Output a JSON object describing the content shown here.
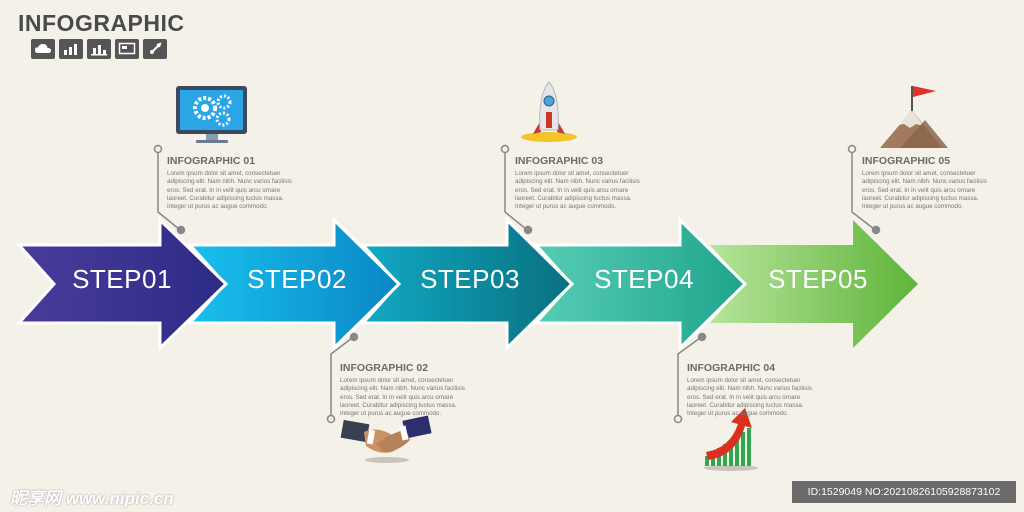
{
  "header": {
    "title": "INFOGRAPHIC",
    "icons": [
      "cloud-icon",
      "bar-chart-icon",
      "column-chart-icon",
      "presentation-icon",
      "rocket-badge-icon"
    ]
  },
  "steps": [
    {
      "label": "STEP01",
      "color": "#3b2f8f"
    },
    {
      "label": "STEP02",
      "color": "#0fa8dc"
    },
    {
      "label": "STEP03",
      "color": "#0a8fa5"
    },
    {
      "label": "STEP04",
      "color": "#3bbfa2"
    },
    {
      "label": "STEP05",
      "color": "#7cc04a"
    }
  ],
  "info": [
    {
      "title": "INFOGRAPHIC 01",
      "lines": [
        "Lorem ipsum dolor sit amet, consectetuer",
        "adipiscing elit. Nam nibh. Nunc varius facilisis",
        "eros. Sed erat. In in velit quis arcu ornare",
        "laoreet. Curabitur adipiscing luctus massa.",
        "Integer ut purus ac augue commodo."
      ],
      "icon": "monitor-gears-icon"
    },
    {
      "title": "INFOGRAPHIC 02",
      "lines": [
        "Lorem ipsum dolor sit amet, consectetuer",
        "adipiscing elit. Nam nibh. Nunc varius facilisis",
        "eros. Sed erat. In in velit quis arcu ornare",
        "laoreet. Curabitur adipiscing luctus massa.",
        "Integer ut purus ac augue commodo."
      ],
      "icon": "handshake-icon"
    },
    {
      "title": "INFOGRAPHIC 03",
      "lines": [
        "Lorem ipsum dolor sit amet, consectetuer",
        "adipiscing elit. Nam nibh. Nunc varius facilisis",
        "eros. Sed erat. In in velit quis arcu ornare",
        "laoreet. Curabitur adipiscing luctus massa.",
        "Integer ut purus ac augue commodo."
      ],
      "icon": "rocket-icon"
    },
    {
      "title": "INFOGRAPHIC 04",
      "lines": [
        "Lorem ipsum dolor sit amet, consectetuer",
        "adipiscing elit. Nam nibh. Nunc varius facilisis",
        "eros. Sed erat. In in velit quis arcu ornare",
        "laoreet. Curabitur adipiscing luctus massa.",
        "Integer ut purus ac augue commodo."
      ],
      "icon": "growth-chart-icon"
    },
    {
      "title": "INFOGRAPHIC 05",
      "lines": [
        "Lorem ipsum dolor sit amet, consectetuer",
        "adipiscing elit. Nam nibh. Nunc varius facilisis",
        "eros. Sed erat. In in velit quis arcu ornare",
        "laoreet. Curabitur adipiscing luctus massa.",
        "Integer ut purus ac augue commodo."
      ],
      "icon": "mountain-flag-icon"
    }
  ],
  "watermark": {
    "text": "昵享网 www.nipic.cn"
  },
  "id_bar": {
    "text": "ID:1529049 NO:20210826105928873102"
  }
}
